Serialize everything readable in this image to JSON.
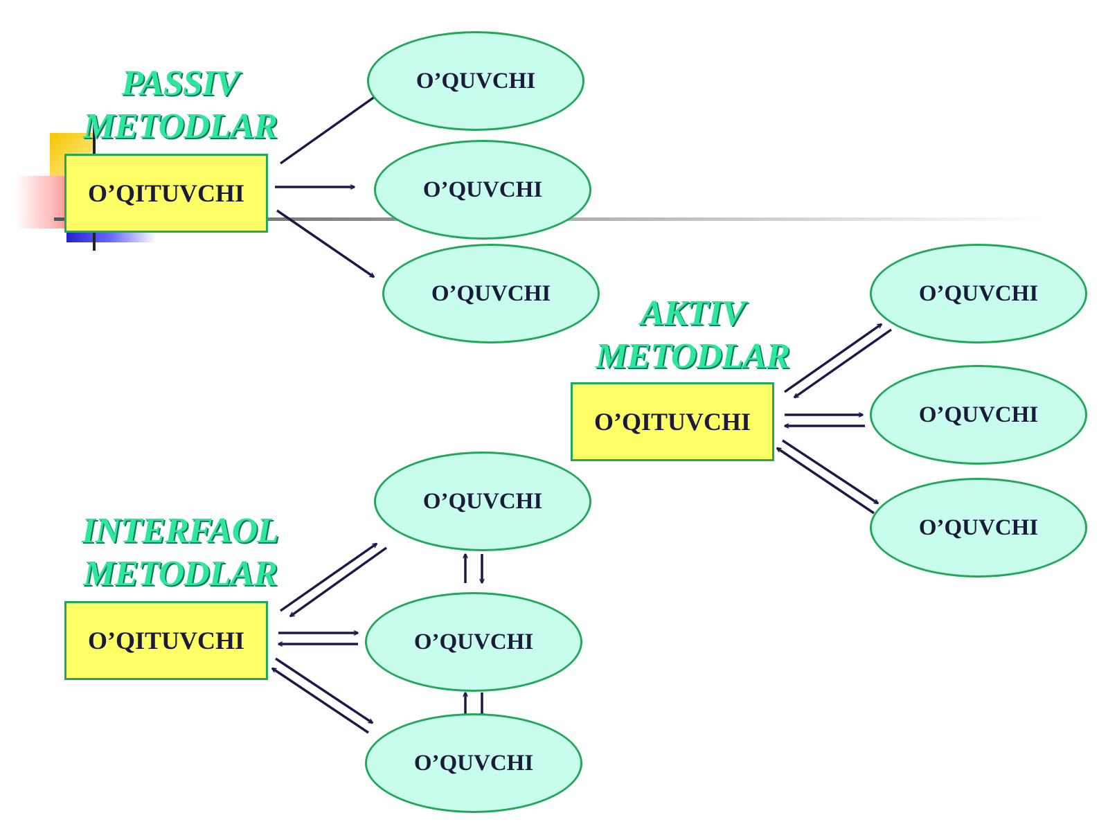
{
  "passive": {
    "title_line1": "PASSIV",
    "title_line2": "METODLAR",
    "teacher": "O’QITUVCHI",
    "students": [
      "O’QUVCHI",
      "O’QUVCHI",
      "O’QUVCHI"
    ]
  },
  "active": {
    "title_line1": "AKTIV",
    "title_line2": "METODLAR",
    "teacher": "O’QITUVCHI",
    "students": [
      "O’QUVCHI",
      "O’QUVCHI",
      "O’QUVCHI"
    ]
  },
  "interactive": {
    "title_line1": "INTERFAOL",
    "title_line2": "METODLAR",
    "teacher": "O’QITUVCHI",
    "students": [
      "O’QUVCHI",
      "O’QUVCHI",
      "O’QUVCHI"
    ]
  },
  "colors": {
    "teacher_fill": "#ffff66",
    "student_fill": "#c8fcec",
    "border": "#22a85a",
    "arrow": "#1a1a4a",
    "title": "#2ee6a0"
  }
}
